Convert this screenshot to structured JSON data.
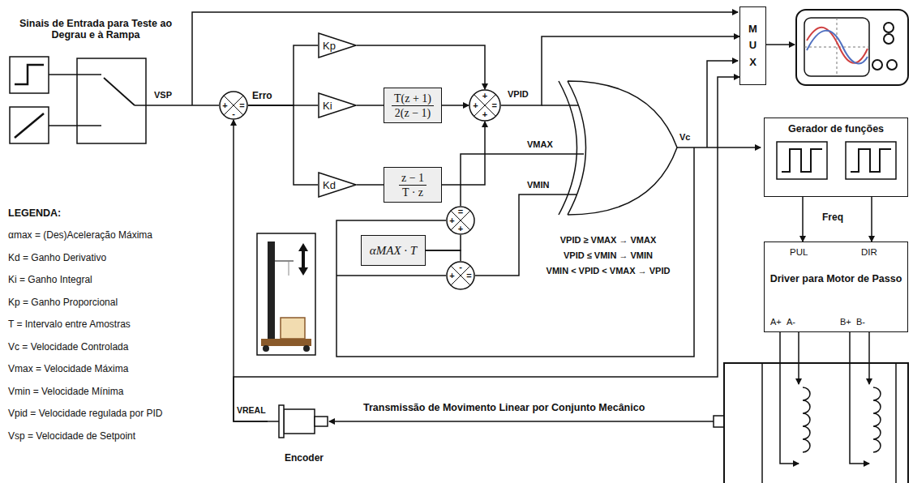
{
  "diagram": {
    "nodes": [
      {
        "text": [
          "+",
          "-",
          "="
        ]
      },
      {
        "text": [
          "Kp"
        ]
      },
      {
        "text": [
          "Ki"
        ]
      },
      {
        "text": [
          "Kd"
        ]
      },
      {
        "text": [
          "T(z + 1)",
          "2(z − 1)"
        ]
      },
      {
        "text": [
          "z − 1",
          "T · z"
        ]
      },
      {
        "text": [
          "+",
          "+",
          "+",
          "="
        ]
      },
      {
        "text": [
          "+",
          "+",
          "="
        ]
      },
      {
        "text": [
          "αMAX · T"
        ]
      },
      {
        "text": [
          "+",
          "-",
          "="
        ]
      },
      {
        "text": [
          "MUX"
        ]
      },
      {
        "text": [
          "Gerador de funções"
        ]
      },
      {
        "text": [
          "Driver para Motor de Passo"
        ]
      },
      {
        "text": [
          "Encoder"
        ]
      }
    ],
    "edges": [
      {
        "from": 0,
        "to": 1,
        "arrow": "none"
      },
      {
        "from": 0,
        "to": 2,
        "arrow": "none"
      },
      {
        "from": 0,
        "to": 3,
        "arrow": "none"
      },
      {
        "from": 1,
        "to": 6,
        "arrow": "to"
      },
      {
        "from": 2,
        "to": 4,
        "arrow": "none"
      },
      {
        "from": 4,
        "to": 6,
        "arrow": "to"
      },
      {
        "from": 3,
        "to": 5,
        "arrow": "none"
      },
      {
        "from": 5,
        "to": 6,
        "arrow": "to"
      },
      {
        "from": 6,
        "to": 10,
        "arrow": "to"
      },
      {
        "from": 8,
        "to": 7,
        "arrow": "none"
      },
      {
        "from": 8,
        "to": 9,
        "arrow": "none"
      },
      {
        "from": 11,
        "to": 12,
        "arrow": "to"
      },
      {
        "from": 11,
        "to": 12,
        "arrow": "to"
      },
      {
        "from": 13,
        "to": 0,
        "arrow": "to"
      },
      {
        "from": 13,
        "to": 10,
        "arrow": "to"
      }
    ],
    "labels": [
      "Sinais de Entrada para Teste ao Degrau e à Rampa",
      "VSP",
      "Erro",
      "VPID",
      "VMAX",
      "VMIN",
      "Vc",
      "VPID ≥ VMAX → VMAX",
      "VPID ≤ VMIN → VMIN",
      "VMIN < VPID < VMAX → VPID",
      "Freq",
      "PUL",
      "DIR",
      "A+",
      "A-",
      "B+",
      "B-",
      "Transmissão de Movimento Linear por Conjunto Mecânico",
      "VREAL",
      "LEGENDA:"
    ],
    "legend": [
      {
        "text": "αmax = (Des)Aceleração Máxima"
      },
      {
        "text": "Kd = Ganho Derivativo"
      },
      {
        "text": "Ki = Ganho Integral"
      },
      {
        "text": "Kp = Ganho Proporcional"
      },
      {
        "text": "T = Intervalo entre Amostras"
      },
      {
        "text": "Vc = Velocidade Controlada"
      },
      {
        "text": "Vmax = Velocidade Máxima"
      },
      {
        "text": "Vmin = Velocidade Mínima"
      },
      {
        "text": "Vpid = Velocidade regulada por PID"
      },
      {
        "text": "Vsp = Velocidade de Setpoint"
      }
    ]
  }
}
